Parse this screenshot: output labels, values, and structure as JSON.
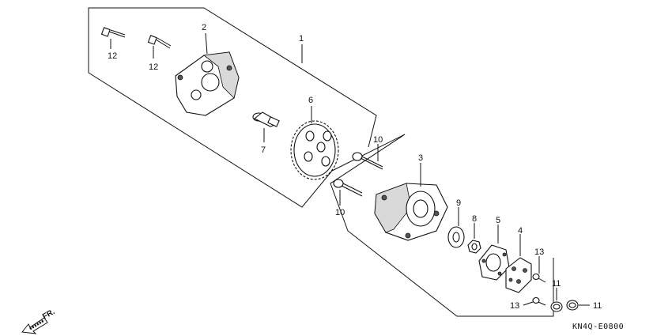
{
  "diagram": {
    "reference_code": "KN4Q-E0800",
    "direction_label": "FR.",
    "callouts": {
      "c1": "1",
      "c2": "2",
      "c3": "3",
      "c4": "4",
      "c5": "5",
      "c6": "6",
      "c7": "7",
      "c8": "8",
      "c9": "9",
      "c10a": "10",
      "c10b": "10",
      "c11a": "11",
      "c11b": "11",
      "c12a": "12",
      "c12b": "12",
      "c13a": "13",
      "c13b": "13"
    }
  }
}
